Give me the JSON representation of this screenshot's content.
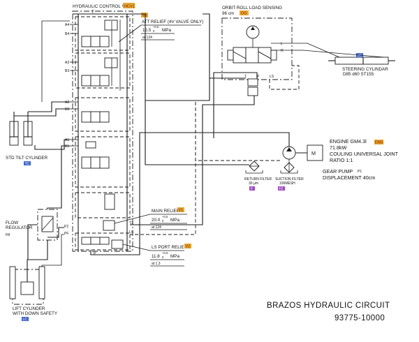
{
  "diagram": {
    "title": "BRAZOS HYDRAULIC CIRCUIT",
    "part_number": "93775-10000",
    "control_valve": {
      "label": "HYDRAULIC CONTROL VALVE",
      "tag": "HCV1",
      "port_t": "T"
    },
    "ports": {
      "a4": "A4",
      "b4": "B4",
      "a3": "A3",
      "b3": "B3",
      "a2": "A2",
      "b2": "B2",
      "a1": "A1",
      "b1": "B1",
      "p2": "P2",
      "pf": "PF",
      "p": "P",
      "t2": "T2",
      "ls": "LS"
    },
    "att_relief": {
      "tag": "V3",
      "label": "ATT RELIEF (4V VALVE ONLY)",
      "value": "15.5",
      "tol": "+0.5",
      "tol2": "0",
      "unit": "MPa",
      "at": "at 124"
    },
    "main_relief": {
      "tag": "V1",
      "label": "MAIN RELIEF",
      "value": "20.0",
      "tol": "+0.5",
      "tol2": "0",
      "unit": "MPa",
      "at": "at 124"
    },
    "ls_port_relief": {
      "tag": "V2",
      "label": "LS PORT RELIEF",
      "value": "11.8",
      "tol": "+0.5",
      "tol2": "0",
      "unit": "MPa",
      "at": "at 1.3"
    },
    "orbit": {
      "label": "ORBIT ROLL LOAD SENSING",
      "size": "96 cm",
      "tag": "OS",
      "port_l": "L",
      "port_r": "R",
      "port_t": "T",
      "port_p": "P",
      "port_ls": "LS"
    },
    "steering": {
      "tag": "SC",
      "label": "STEERING CYLINDAR",
      "spec": "D85 d60 ST155"
    },
    "tilt": {
      "label": "STD TILT CYLINDER",
      "tag": "TC"
    },
    "flow_regulator": {
      "line1": "FLOW",
      "line2": "REGULATOR",
      "tag": "FR"
    },
    "lift": {
      "line1": "LIFT CYLINDER",
      "line2": "WITH DOWN SAFETY",
      "tag": "LC"
    },
    "engine": {
      "line1": "ENGINE GM4.3l",
      "tag": "ENG",
      "line2": "71.8kW",
      "line3": "COULING UNIVERSAL JOINT",
      "line4": "RATIO 1:1",
      "motor": "M"
    },
    "gear_pump": {
      "line1": "GEAR PUMP",
      "tag": "P1",
      "line2": "DISPLACEMENT 40cm"
    },
    "return_filter": {
      "line1": "RETURN FILTER",
      "line2": "30 μm",
      "tag": "F"
    },
    "suction_filter": {
      "line1": "SUCTION FILTER",
      "line2": "100MESH",
      "tag": "F2"
    },
    "colors": {
      "tag_orange": "#e8a630",
      "tag_blue": "#3f63c6",
      "tag_purple": "#9c4cc0",
      "tag_red_text": "#c0392b"
    }
  }
}
